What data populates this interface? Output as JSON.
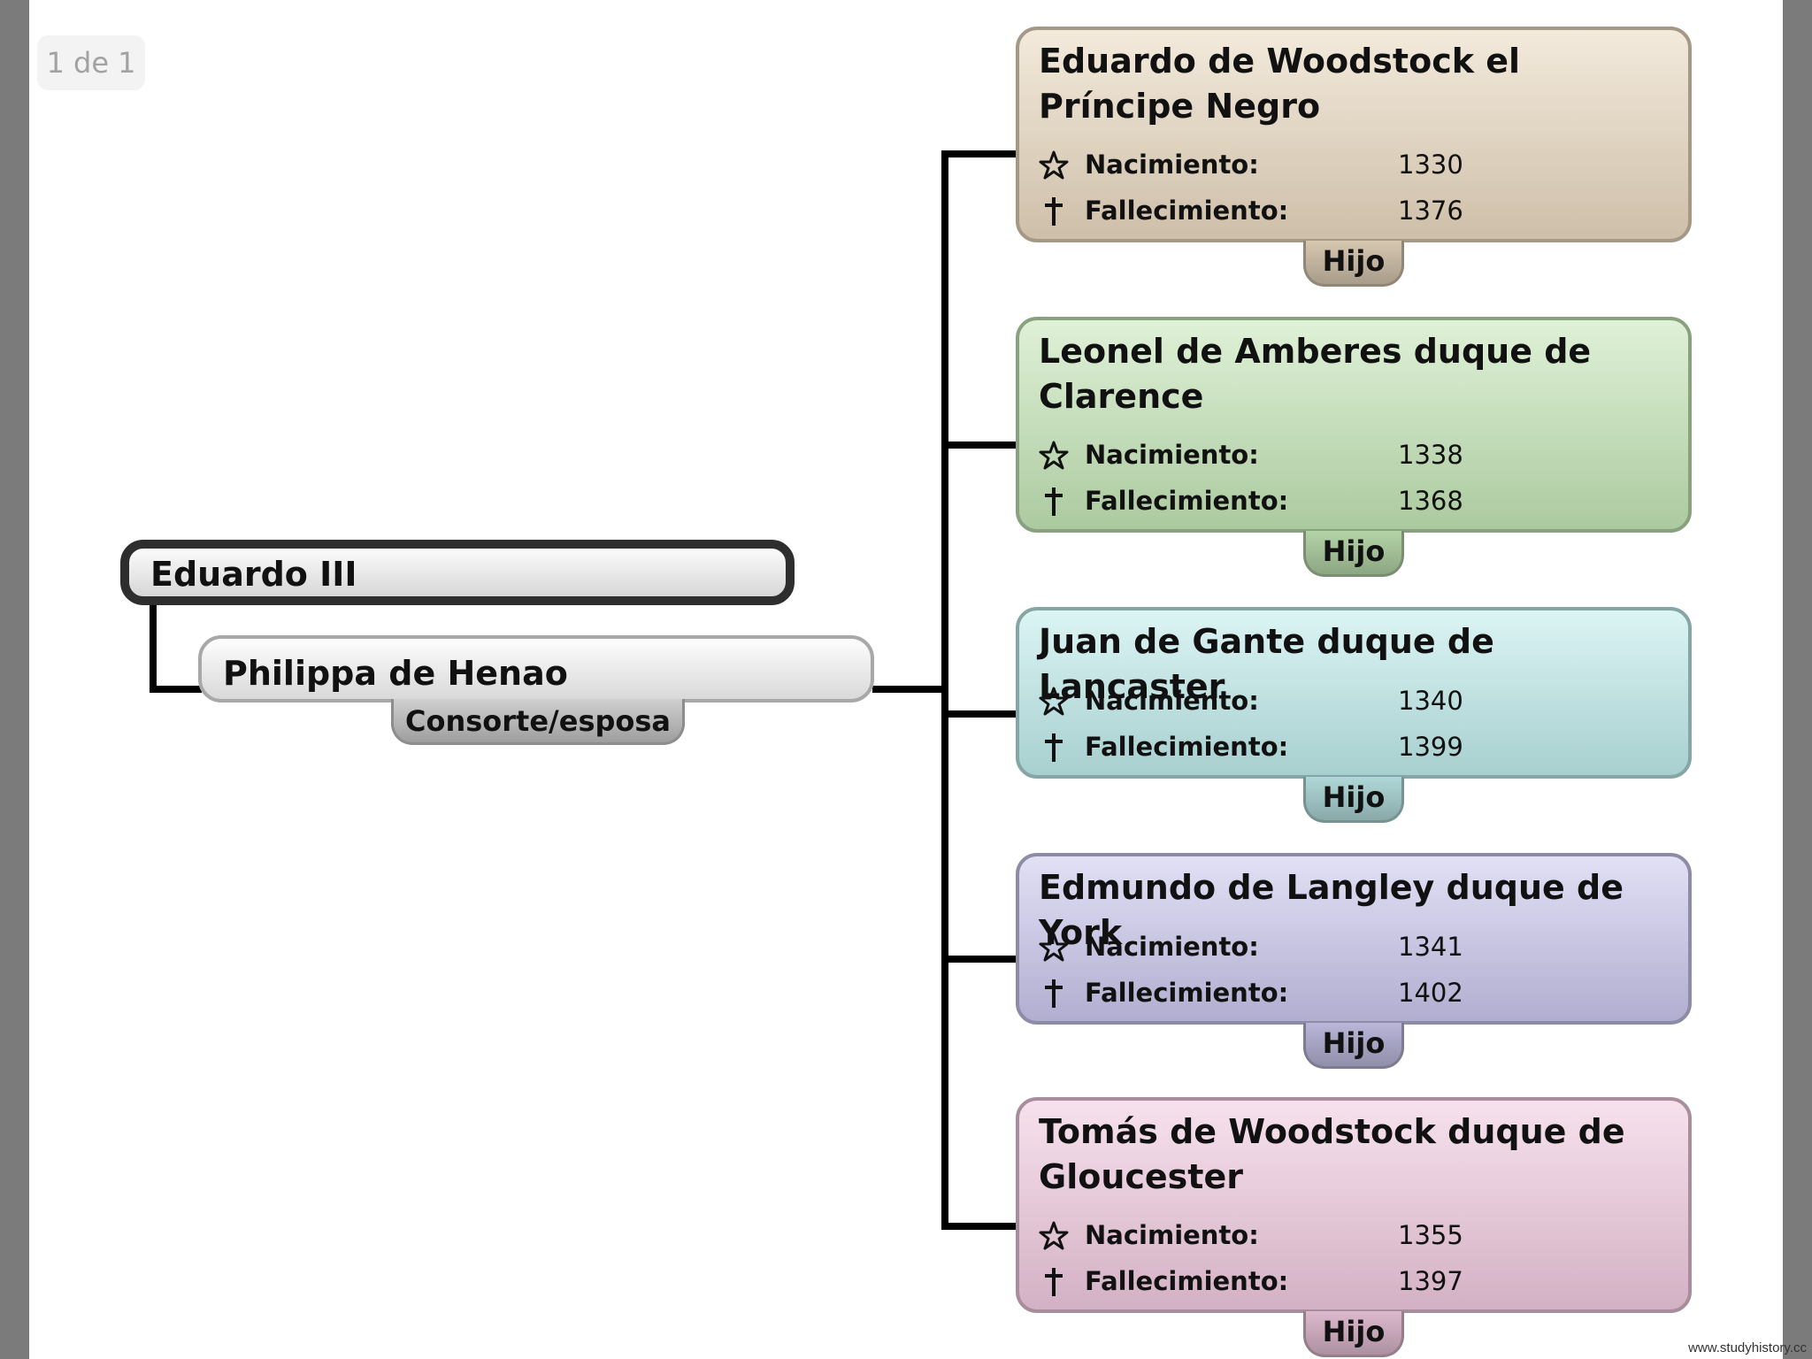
{
  "page_indicator": "1 de 1",
  "root": {
    "name": "Eduardo III"
  },
  "spouse": {
    "name": "Philippa de Henao",
    "relation": "Consorte/esposa"
  },
  "children": [
    {
      "name": "Eduardo de Woodstock el Príncipe Negro",
      "birth_label": "Nacimiento:",
      "birth": "1330",
      "death_label": "Fallecimiento:",
      "death": "1376",
      "relation": "Hijo",
      "color": "#ead9c0"
    },
    {
      "name": "Leonel de Amberes duque de Clarence",
      "birth_label": "Nacimiento:",
      "birth": "1338",
      "death_label": "Fallecimiento:",
      "death": "1368",
      "relation": "Hijo",
      "color": "#c4e6b6"
    },
    {
      "name": "Juan de Gante duque de Lancaster",
      "birth_label": "Nacimiento:",
      "birth": "1340",
      "death_label": "Fallecimiento:",
      "death": "1399",
      "relation": "Hijo",
      "color": "#bfebeb"
    },
    {
      "name": "Edmundo de Langley duque de York",
      "birth_label": "Nacimiento:",
      "birth": "1341",
      "death_label": "Fallecimiento:",
      "death": "1402",
      "relation": "Hijo",
      "color": "#c9c6ec"
    },
    {
      "name": "Tomás de Woodstock duque de Gloucester",
      "birth_label": "Nacimiento:",
      "birth": "1355",
      "death_label": "Fallecimiento:",
      "death": "1397",
      "relation": "Hijo",
      "color": "#f0c9df"
    }
  ],
  "icons": {
    "birth": "star-icon",
    "death": "cross-icon"
  },
  "watermark": "www.studyhistory.cc"
}
